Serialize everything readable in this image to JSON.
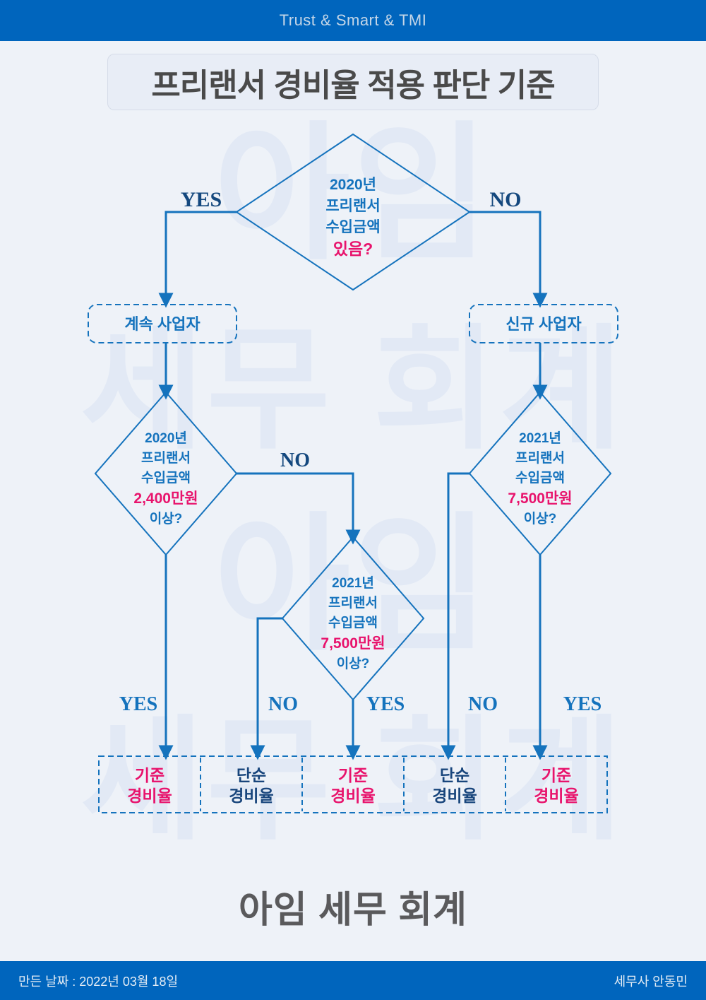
{
  "header": {
    "tagline": "Trust & Smart & TMI",
    "bg_color": "#0065bd"
  },
  "title": {
    "text": "프리랜서 경비율 적용 판단 기준"
  },
  "watermark": {
    "line1": "아임",
    "line2": "세무 회계",
    "line3": "아임",
    "line4": "세무 회계"
  },
  "brand": {
    "text": "아임 세무 회계"
  },
  "footer": {
    "created": "만든 날짜 : 2022년 03월 18일",
    "author": "세무사  안동민"
  },
  "colors": {
    "accent_blue": "#1573bd",
    "navy": "#14487e",
    "pink": "#e8136c",
    "page_bg": "#eef2f8",
    "plate_bg": "#e8edf6"
  },
  "chart_data": {
    "type": "diagram",
    "title": "프리랜서 경비율 적용 판단 기준",
    "nodes": [
      {
        "id": "d0",
        "shape": "diamond",
        "lines": [
          "2020년",
          "프리랜서",
          "수입금액",
          "있음?"
        ],
        "highlight_index": 3
      },
      {
        "id": "b_left",
        "shape": "rounded-dashed-box",
        "label": "계속 사업자"
      },
      {
        "id": "b_right",
        "shape": "rounded-dashed-box",
        "label": "신규 사업자"
      },
      {
        "id": "d1",
        "shape": "diamond",
        "lines": [
          "2020년",
          "프리랜서",
          "수입금액",
          "2,400만원",
          "이상?"
        ],
        "highlight_index": 3
      },
      {
        "id": "d2",
        "shape": "diamond",
        "lines": [
          "2021년",
          "프리랜서",
          "수입금액",
          "7,500만원",
          "이상?"
        ],
        "highlight_index": 3
      },
      {
        "id": "d3",
        "shape": "diamond",
        "lines": [
          "2021년",
          "프리랜서",
          "수입금액",
          "7,500만원",
          "이상?"
        ],
        "highlight_index": 3
      },
      {
        "id": "r1",
        "shape": "result-cell",
        "lines": [
          "기준",
          "경비율"
        ],
        "tone": "pink"
      },
      {
        "id": "r2",
        "shape": "result-cell",
        "lines": [
          "단순",
          "경비율"
        ],
        "tone": "blue"
      },
      {
        "id": "r3",
        "shape": "result-cell",
        "lines": [
          "기준",
          "경비율"
        ],
        "tone": "pink"
      },
      {
        "id": "r4",
        "shape": "result-cell",
        "lines": [
          "단순",
          "경비율"
        ],
        "tone": "blue"
      },
      {
        "id": "r5",
        "shape": "result-cell",
        "lines": [
          "기준",
          "경비율"
        ],
        "tone": "pink"
      }
    ],
    "edge_labels": {
      "top_yes": "YES",
      "top_no": "NO",
      "mid_no": "NO",
      "bot1": "YES",
      "bot2": "NO",
      "bot3": "YES",
      "bot4": "NO",
      "bot5": "YES"
    }
  },
  "diamonds": {
    "d0": {
      "l0": "2020년",
      "l1": "프리랜서",
      "l2": "수입금액",
      "l3": "있음?"
    },
    "d1": {
      "l0": "2020년",
      "l1": "프리랜서",
      "l2": "수입금액",
      "l3": "2,400만원",
      "l4": "이상?"
    },
    "d2": {
      "l0": "2021년",
      "l1": "프리랜서",
      "l2": "수입금액",
      "l3": "7,500만원",
      "l4": "이상?"
    },
    "d3": {
      "l0": "2021년",
      "l1": "프리랜서",
      "l2": "수입금액",
      "l3": "7,500만원",
      "l4": "이상?"
    }
  },
  "boxes": {
    "left": "계속 사업자",
    "right": "신규 사업자"
  },
  "results": {
    "r1a": "기준",
    "r1b": "경비율",
    "r2a": "단순",
    "r2b": "경비율",
    "r3a": "기준",
    "r3b": "경비율",
    "r4a": "단순",
    "r4b": "경비율",
    "r5a": "기준",
    "r5b": "경비율"
  },
  "labels": {
    "top_yes": "YES",
    "top_no": "NO",
    "mid_no": "NO",
    "bot1": "YES",
    "bot2": "NO",
    "bot3": "YES",
    "bot4": "NO",
    "bot5": "YES"
  }
}
